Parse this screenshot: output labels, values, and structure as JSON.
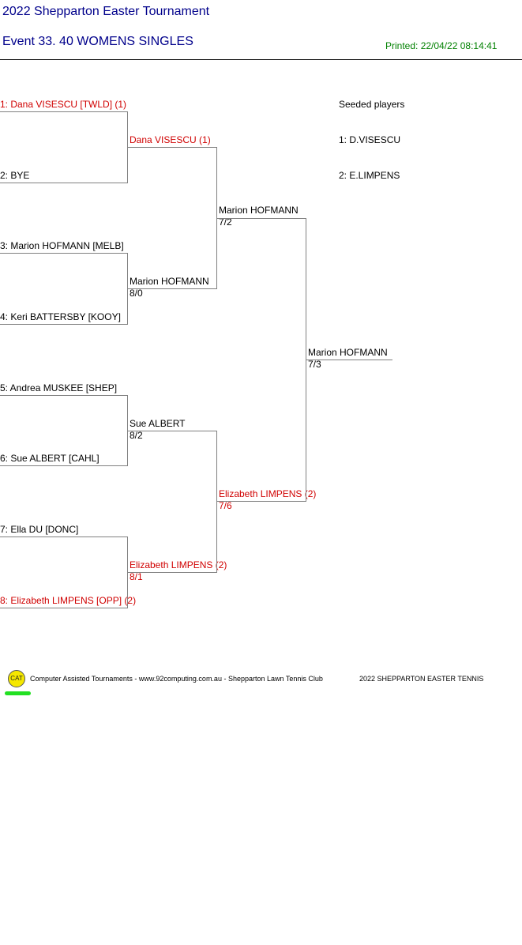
{
  "header": {
    "tournament": "2022 Shepparton Easter Tournament",
    "event": "Event 33. 40 WOMENS SINGLES",
    "printed": "Printed: 22/04/22 08:14:41"
  },
  "draw": {
    "round1": [
      "1: Dana VISESCU [TWLD] (1)",
      "2: BYE",
      "3: Marion HOFMANN [MELB]",
      "4: Keri BATTERSBY [KOOY]",
      "5: Andrea MUSKEE [SHEP]",
      "6: Sue ALBERT [CAHL]",
      "7: Ella DU [DONC]",
      "8: Elizabeth LIMPENS [OPP] (2)"
    ],
    "round2": [
      {
        "name": "Dana VISESCU (1)",
        "score": ""
      },
      {
        "name": "Marion HOFMANN",
        "score": "8/0"
      },
      {
        "name": "Sue ALBERT",
        "score": "8/2"
      },
      {
        "name": "Elizabeth LIMPENS (2)",
        "score": "8/1"
      }
    ],
    "semis": [
      {
        "name": "Marion HOFMANN",
        "score": "7/2"
      },
      {
        "name": "Elizabeth LIMPENS (2)",
        "score": "7/6"
      }
    ],
    "final": {
      "name": "Marion HOFMANN",
      "score": "7/3"
    }
  },
  "seeds": {
    "title": "Seeded players",
    "list": [
      "1: D.VISESCU",
      "2: E.LIMPENS"
    ]
  },
  "footer": {
    "logo_text": "CAT",
    "credit": "Computer Assisted Tournaments - www.92computing.com.au -  Shepparton Lawn Tennis Club",
    "tournament": "2022 SHEPPARTON EASTER TENNIS"
  },
  "colors": {
    "header_text": "#00008b",
    "printed_text": "#008000",
    "seeded_text": "#d00000",
    "bracket_lines": "#808080",
    "logo_yellow": "#f5e800",
    "logo_green": "#22e022"
  }
}
